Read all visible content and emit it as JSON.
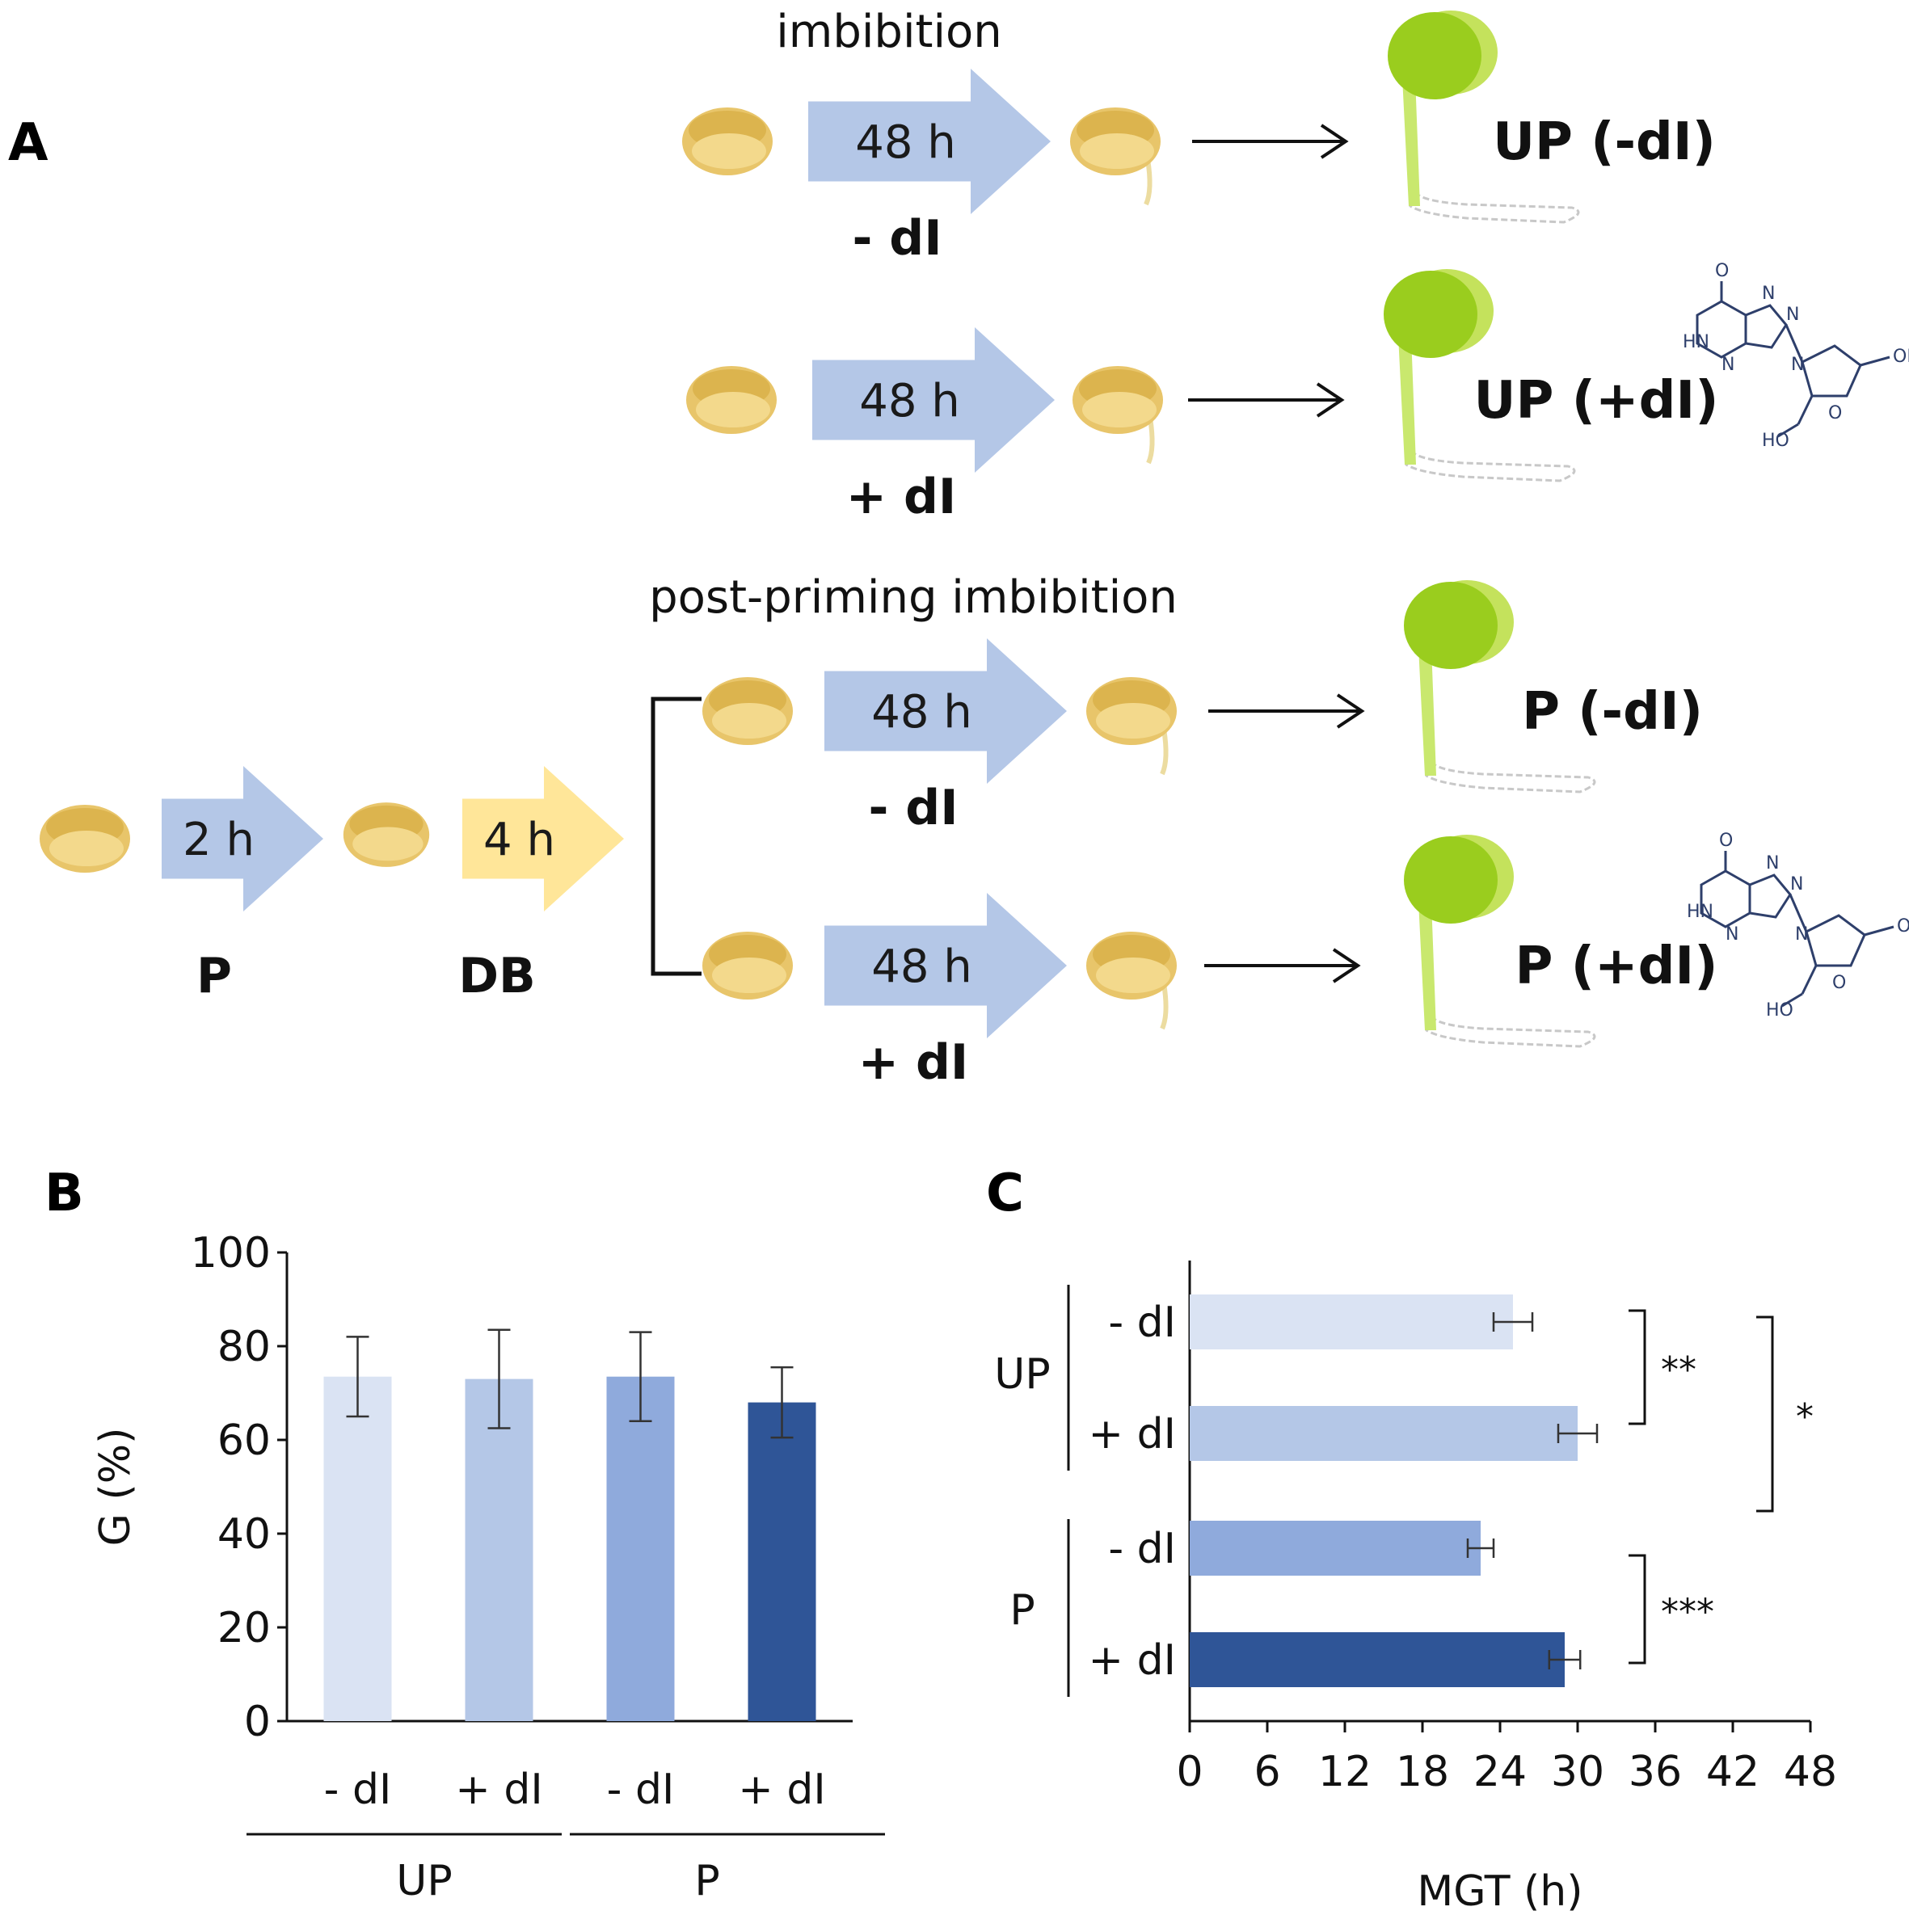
{
  "panelA": {
    "letter": "A",
    "imbibition_title": "imbibition",
    "post_title": "post-priming imbibition",
    "arrow_48": "48 h",
    "arrow_2": "2 h",
    "arrow_4": "4 h",
    "minus_dI": "- dI",
    "plus_dI": "+ dI",
    "P": "P",
    "DB": "DB",
    "outcomes": [
      "UP (-dI)",
      "UP (+dI)",
      "P (-dI)",
      "P (+dI)"
    ],
    "molecule_atoms": [
      "O",
      "N",
      "N",
      "HN",
      "N",
      "N",
      "O",
      "OH",
      "HO"
    ],
    "colors": {
      "seed": "#e8c56a",
      "arrow_blue": "#b4c7e7",
      "arrow_yellow": "#ffe699",
      "leaf": "#9acd1e",
      "stem": "#c9e86e",
      "molecule": "#2e3f6b"
    }
  },
  "panelB": {
    "letter": "B"
  },
  "panelC": {
    "letter": "C"
  },
  "chart_data": [
    {
      "type": "bar",
      "ylabel": "G (%)",
      "ylim": [
        0,
        100
      ],
      "yticks": [
        "0",
        "20",
        "40",
        "60",
        "80",
        "100"
      ],
      "categories": [
        "- dI",
        "+ dI",
        "- dI",
        "+ dI"
      ],
      "groups": [
        "UP",
        "P"
      ],
      "values": [
        73.5,
        73,
        73.5,
        68
      ],
      "errors": [
        8.5,
        10.5,
        9.5,
        7.5
      ],
      "colors": [
        "#dae3f3",
        "#b4c7e7",
        "#8faadc",
        "#2f5597"
      ],
      "grid": false
    },
    {
      "type": "bar",
      "orientation": "horizontal",
      "xlabel": "MGT (h)",
      "xlim": [
        0,
        48
      ],
      "xticks": [
        "0",
        "6",
        "12",
        "18",
        "24",
        "30",
        "36",
        "42",
        "48"
      ],
      "categories": [
        "- dI",
        "+ dI",
        "- dI",
        "+ dI"
      ],
      "groups": [
        "UP",
        "P"
      ],
      "values": [
        25,
        30,
        22.5,
        29
      ],
      "errors": [
        1.5,
        1.5,
        1.0,
        1.2
      ],
      "colors": [
        "#dae3f3",
        "#b4c7e7",
        "#8faadc",
        "#2f5597"
      ],
      "significance": [
        "**",
        "*",
        "***"
      ],
      "grid": false
    }
  ]
}
